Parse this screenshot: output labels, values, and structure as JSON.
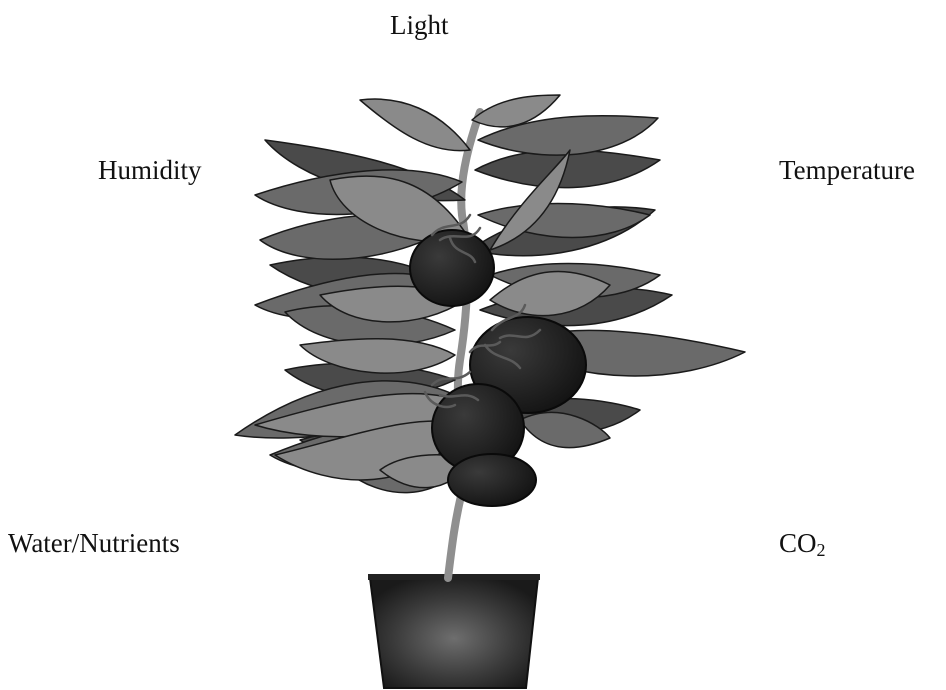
{
  "labels": {
    "light": "Light",
    "humidity": "Humidity",
    "temperature": "Temperature",
    "water_nutrients": "Water/Nutrients",
    "co2_main": "CO",
    "co2_subscript": "2"
  },
  "colors": {
    "leaf_dark": "#4a4a4a",
    "leaf_mid": "#6a6a6a",
    "leaf_light": "#8a8a8a",
    "stem": "#8f8f8f",
    "fruit": "#1e1e1e",
    "pot": "#2a2a2a"
  }
}
